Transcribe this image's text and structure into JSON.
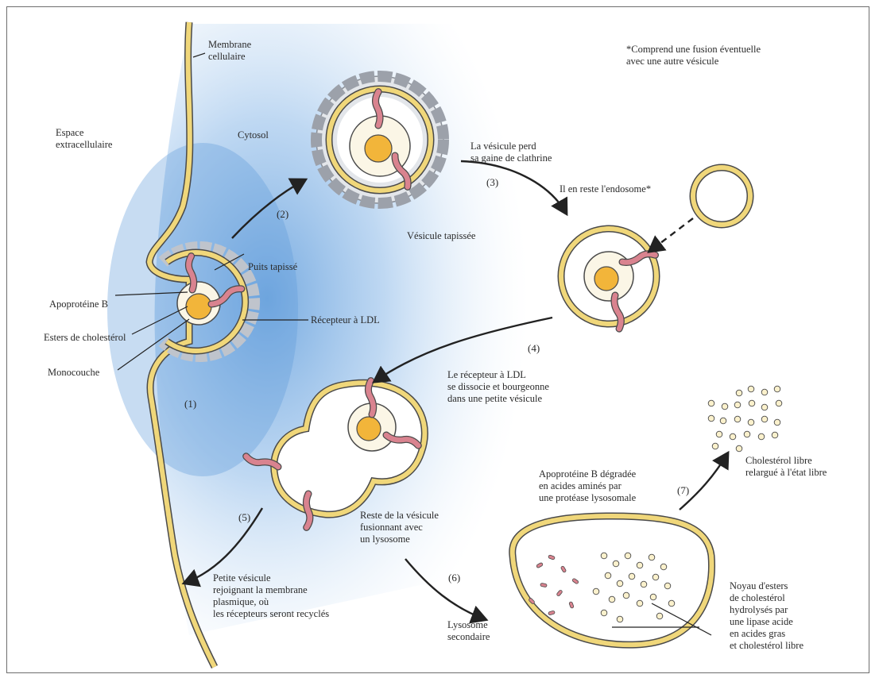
{
  "labels": {
    "membrane": "Membrane\ncellulaire",
    "espace": "Espace\nextracellulaire",
    "cytosol": "Cytosol",
    "note": "*Comprend une fusion éventuelle\navec une autre vésicule",
    "perd_gaine": "La vésicule perd\nsa gaine de clathrine",
    "endosome": "Il en reste l'endosome*",
    "vesicule_tapissee": "Vésicule tapissée",
    "puits": "Puits tapissé",
    "apoproteine": "Apoprotéine B",
    "esters": "Esters de cholestérol",
    "monocouche": "Monocouche",
    "recepteur": "Récepteur à LDL",
    "dissocie": "Le récepteur à LDL\nse dissocie et bourgeonne\ndans une petite vésicule",
    "cholesterol_libre": "Cholestérol libre\nrelargué à l'état libre",
    "apoB_degradee": "Apoprotéine B dégradée\nen acides aminés par\nune protéase lysosomale",
    "reste_vesicule": "Reste de la vésicule\nfusionnant avec\nun lysosome",
    "petite_vesicule": "Petite vésicule\nrejoignant la membrane\nplasmique, où\nles récepteurs seront recyclés",
    "lysosome_secondaire": "Lysosome\nsecondaire",
    "noyau": "Noyau d'esters\nde cholestérol\nhydrolysés par\nune lipase acide\nen acides gras\net cholestérol libre"
  },
  "steps": {
    "s1": "(1)",
    "s2": "(2)",
    "s3": "(3)",
    "s4": "(4)",
    "s5": "(5)",
    "s6": "(6)",
    "s7": "(7)"
  },
  "colors": {
    "cytosol_blue": "#7fb0e0",
    "membrane_yellow": "#f0d77a",
    "core_orange": "#f2b53a",
    "receptor_pink": "#d9838f",
    "clathrin_gray": "#d6d9de",
    "outline": "#4a4a4a"
  }
}
